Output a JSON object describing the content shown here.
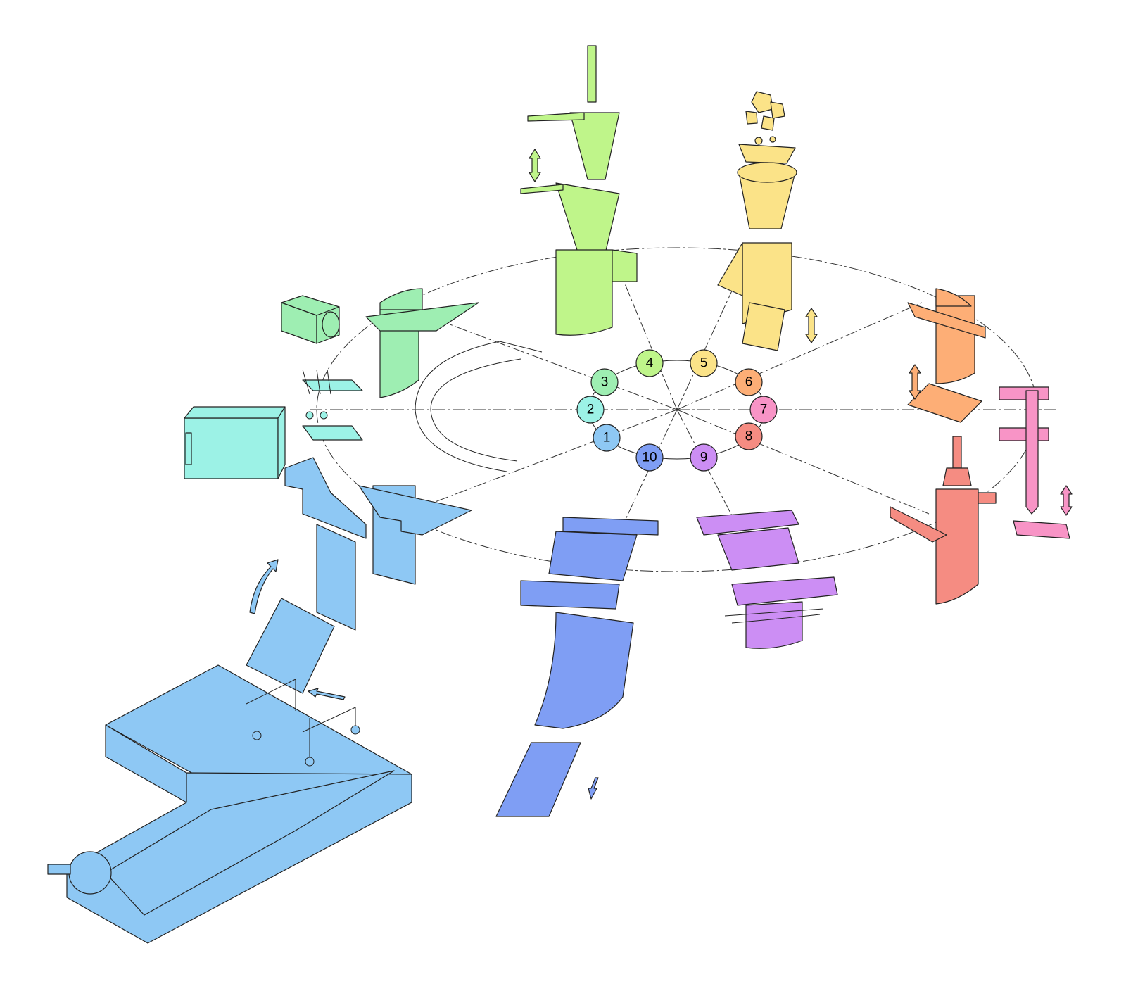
{
  "colors": {
    "s1": "#8ec8f4",
    "s2": "#9cf2e6",
    "s3": "#9eeeb2",
    "s4": "#bff58a",
    "s5": "#fbe388",
    "s6": "#fdae76",
    "s7": "#f894c6",
    "s8": "#f58c82",
    "s9": "#cc8ef4",
    "s10": "#7f9ef4",
    "outline": "#222222"
  },
  "stations": [
    {
      "label": "1",
      "color_key": "s1"
    },
    {
      "label": "2",
      "color_key": "s2"
    },
    {
      "label": "3",
      "color_key": "s3"
    },
    {
      "label": "4",
      "color_key": "s4"
    },
    {
      "label": "5",
      "color_key": "s5"
    },
    {
      "label": "6",
      "color_key": "s6"
    },
    {
      "label": "7",
      "color_key": "s7"
    },
    {
      "label": "8",
      "color_key": "s8"
    },
    {
      "label": "9",
      "color_key": "s9"
    },
    {
      "label": "10",
      "color_key": "s10"
    }
  ]
}
